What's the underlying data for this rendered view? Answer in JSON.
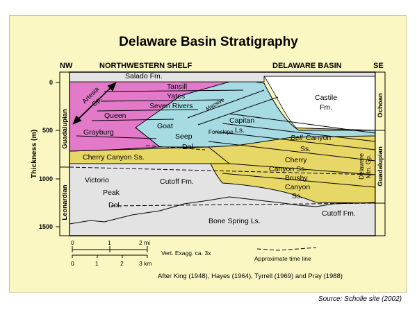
{
  "title": "Delaware Basin Stratigraphy",
  "corners": {
    "left": "NW",
    "right": "SE"
  },
  "regions": {
    "shelf": "NORTHWESTERN SHELF",
    "basin": "DELAWARE BASIN"
  },
  "axis": {
    "label": "Thickness (m)",
    "ticks": [
      "0",
      "500",
      "1000",
      "1500"
    ]
  },
  "series": {
    "guadalupian_left": "Guadalupian",
    "leonardian": "Leonardian",
    "ochoan": "Ochoan",
    "guadalupian_right": "Guadalupian"
  },
  "units": {
    "salado": "Salado Fm.",
    "tansill": "Tansill",
    "yates": "Yates",
    "seven_rivers": "Seven Rivers",
    "queen": "Queen",
    "grayburg": "Grayburg",
    "artesia": [
      "Artesia",
      "Gp."
    ],
    "goat_seep": [
      "Goat",
      "Seep",
      "Dol."
    ],
    "massive": "Massive",
    "foreslope": "Foreslope",
    "capitan": [
      "Capitan",
      "Ls."
    ],
    "castile": [
      "Castile",
      "Fm."
    ],
    "bell_canyon": [
      "Bell",
      "Canyon"
    ],
    "ss": "Ss.",
    "cherry_canyon_shelf": "Cherry Canyon Ss.",
    "cherry_canyon_basin": [
      "Cherry",
      "Canyon Ss."
    ],
    "brushy": [
      "Brushy",
      "Canyon",
      "Ss."
    ],
    "delaware_mtn": [
      "Delaware",
      "Mtn. Gp."
    ],
    "victorio": [
      "Victorio",
      "Peak",
      "Dol."
    ],
    "cutoff_1": "Cutoff Fm.",
    "cutoff_2": "Cutoff Fm.",
    "bone_spring": "Bone Spring Ls."
  },
  "scale": {
    "mi_labels": [
      "0",
      "1",
      "2 mi"
    ],
    "km_labels": [
      "0",
      "1",
      "2",
      "3 km"
    ],
    "exagg": "Vert. Exagg. ca. 3x",
    "time_line": "Approximate time line"
  },
  "citation": "After King (1948), Hayes (1964), Tyrrell (1969) and Pray (1988)",
  "source": "Source: Scholle site (2002)",
  "colors": {
    "panel": "#fbf7c2",
    "evaporite": "#e27ac9",
    "reef": "#a6dbe4",
    "sandstone": "#e7d766",
    "carbonate": "#e3e3e3",
    "castile": "#ffffff"
  }
}
